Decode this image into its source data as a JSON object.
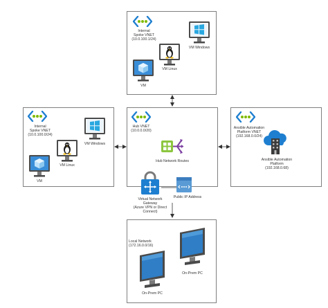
{
  "colors": {
    "azure_blue": "#1e7fd0",
    "vnet_green": "#7fba00",
    "windows_blue": "#29a8e0",
    "monitor_frame": "#4a4a4a",
    "screen_blue": "#2f7ec6",
    "line": "#333333",
    "border": "#7f7f7f"
  },
  "spoke_top": {
    "title_lines": [
      "Internal",
      "Spoke VNET",
      "(10.0.100.1/24)"
    ],
    "vm_windows": "VM Windows",
    "vm_linux": "VM Linux",
    "vm": "VM"
  },
  "spoke_left": {
    "title_lines": [
      "Internal",
      "Spoke VNET",
      "(10.0.100.0/24)"
    ],
    "vm_windows": "VM Windows",
    "vm_linux": "VM Linux",
    "vm": "VM"
  },
  "hub": {
    "title_lines": [
      "Hub VNET",
      "(10.0.0.0/20)"
    ],
    "routes": "Hub Network Routes",
    "gateway_lines": [
      "Virtual Network",
      "Gateway",
      "(Azure VPN or Direct",
      "Connect)"
    ],
    "public_ip": "Public IP Address"
  },
  "aap": {
    "title_lines": [
      "Ansible Automation",
      "Platform VNET",
      "(192.168.0.0/24)"
    ],
    "platform_lines": [
      "Ansible Automation",
      "Platform",
      "(192.168.0.68)"
    ]
  },
  "onprem": {
    "title_lines": [
      "Local Network",
      "(172.16.0.0/16)"
    ],
    "pc_left": "On-Prem PC",
    "pc_right": "On-Prem PC"
  },
  "icons": [
    "vnet-icon",
    "windows-monitor-icon",
    "linux-monitor-icon",
    "vm-monitor-icon",
    "network-routes-icon",
    "vpn-gateway-icon",
    "public-ip-icon",
    "cloud-building-icon",
    "pc-monitor-icon"
  ]
}
